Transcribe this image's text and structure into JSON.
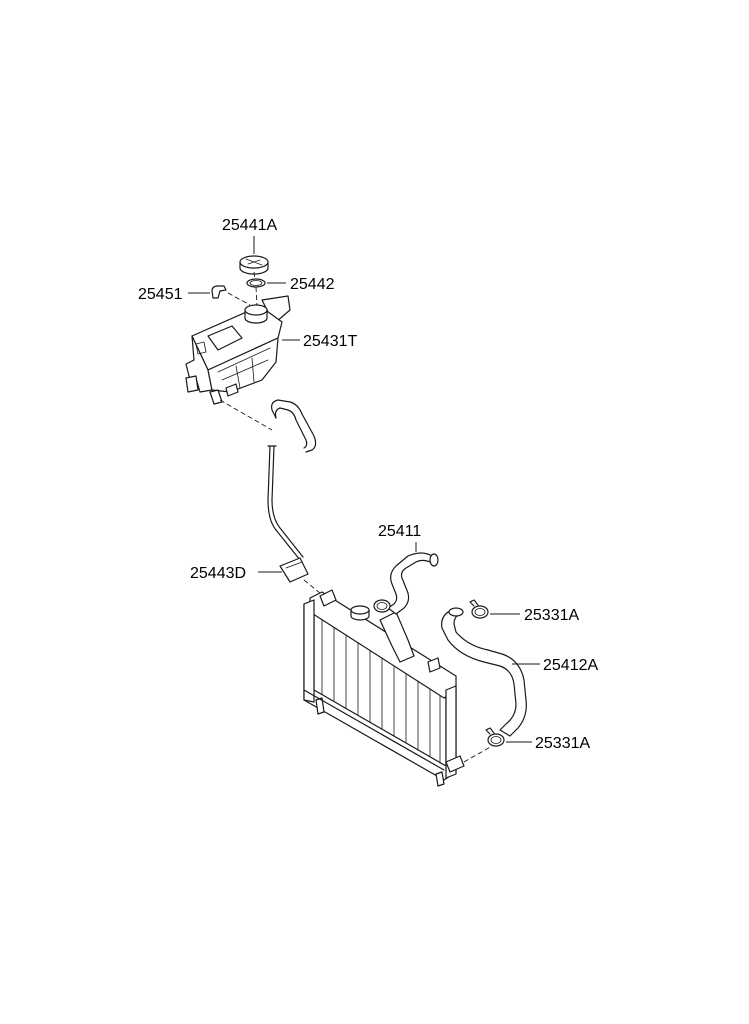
{
  "parts": [
    {
      "id": "cap",
      "number": "25441A"
    },
    {
      "id": "gasket",
      "number": "25442"
    },
    {
      "id": "clip",
      "number": "25451"
    },
    {
      "id": "reservoir",
      "number": "25431T"
    },
    {
      "id": "overflow-hose",
      "number": "25443D"
    },
    {
      "id": "upper-hose",
      "number": "25411"
    },
    {
      "id": "clamp-upper",
      "number": "25331A"
    },
    {
      "id": "lower-hose",
      "number": "25412A"
    },
    {
      "id": "clamp-lower",
      "number": "25331A"
    }
  ],
  "colors": {
    "line": "#1a1a1a",
    "background": "#ffffff"
  }
}
